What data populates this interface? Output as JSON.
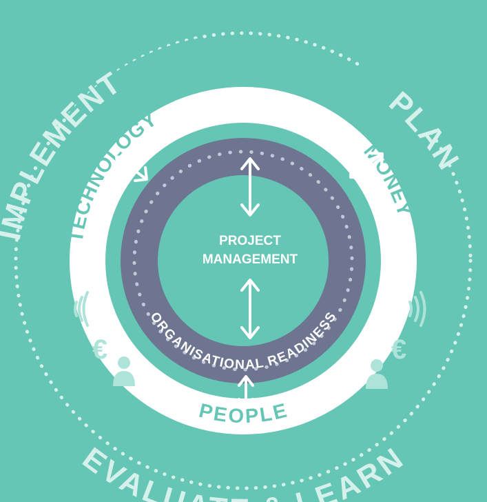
{
  "outer": {
    "implement": "IMPLEMENT",
    "plan": "PLAN",
    "evaluate": "EVALUATE & LEARN"
  },
  "ring": {
    "technology": "TECHNOLOGY",
    "money": "MONEY",
    "people": "PEOPLE"
  },
  "inner": {
    "organisational_readiness": "ORGANISATIONAL READINESS",
    "center_line1": "PROJECT",
    "center_line2": "MANAGEMENT"
  },
  "icons": [
    "wifi-icon",
    "euro-icon",
    "person-icon"
  ],
  "colors": {
    "background": "#66c6b6",
    "ring": "#ffffff",
    "outer_text": "#d6f1ec",
    "ring_text": "#66c6b6",
    "inner_band": "#6d7590",
    "icon": "#aee3d9"
  }
}
